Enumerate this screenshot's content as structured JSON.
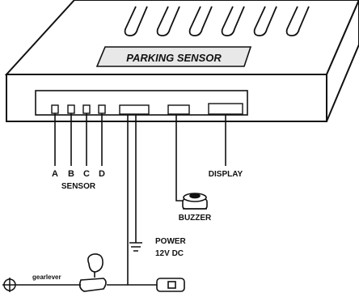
{
  "device": {
    "banner": "PARKING SENSOR"
  },
  "sensors": {
    "ports": [
      "A",
      "B",
      "C",
      "D"
    ],
    "group_label": "SENSOR"
  },
  "display": {
    "label": "DISPLAY"
  },
  "buzzer": {
    "label": "BUZZER"
  },
  "power": {
    "line1": "POWER",
    "line2": "12V DC"
  },
  "gearlever": {
    "label": "gearlever"
  },
  "colors": {
    "ink": "#111111",
    "background": "#ffffff"
  }
}
